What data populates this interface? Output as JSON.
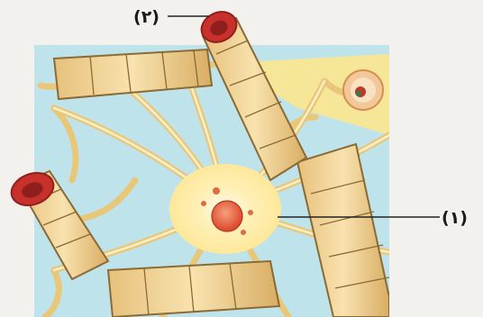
{
  "labels": {
    "label_1": "(١)",
    "label_2": "(٢)"
  },
  "colors": {
    "page_background": "#f3f1ee",
    "panel_background": "#bfe3ea",
    "cell_body": "#fde89a",
    "cell_center": "#fffaf0",
    "nucleus": "#e8603a",
    "vessel": "#f1d59a",
    "vessel_outline": "#8a6a35",
    "vessel_cut": "#c8302c",
    "leader_line": "#222222"
  },
  "icons": {
    "label_1_pointer": "leader-line",
    "label_2_pointer": "leader-line"
  }
}
